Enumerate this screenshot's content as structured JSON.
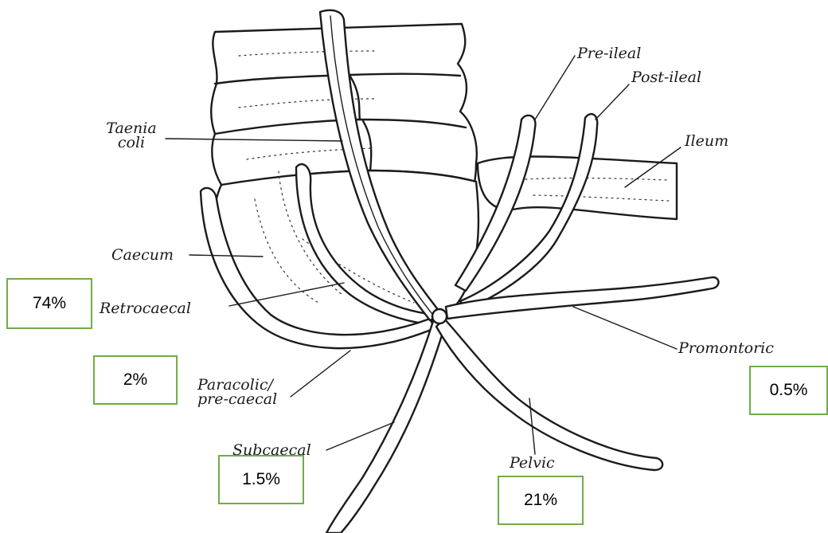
{
  "labels": {
    "taenia_coli": [
      "Taenia",
      "coli"
    ],
    "caecum": "Caecum",
    "retrocaecal": "Retrocaecal",
    "paracolic": [
      "Paracolic/",
      "pre-caecal"
    ],
    "subcaecal": "Subcaecal",
    "pelvic": "Pelvic",
    "promontoric": "Promontoric",
    "pre_ileal": "Pre-ileal",
    "post_ileal": "Post-ileal",
    "ileum": "Ileum"
  },
  "percentages": {
    "retrocaecal": "74%",
    "paracolic": "2%",
    "subcaecal": "1.5%",
    "pelvic": "21%",
    "promontoric": "0.5%"
  },
  "colors": {
    "box_border": "#70ad47",
    "ink": "#1b1b1b"
  }
}
